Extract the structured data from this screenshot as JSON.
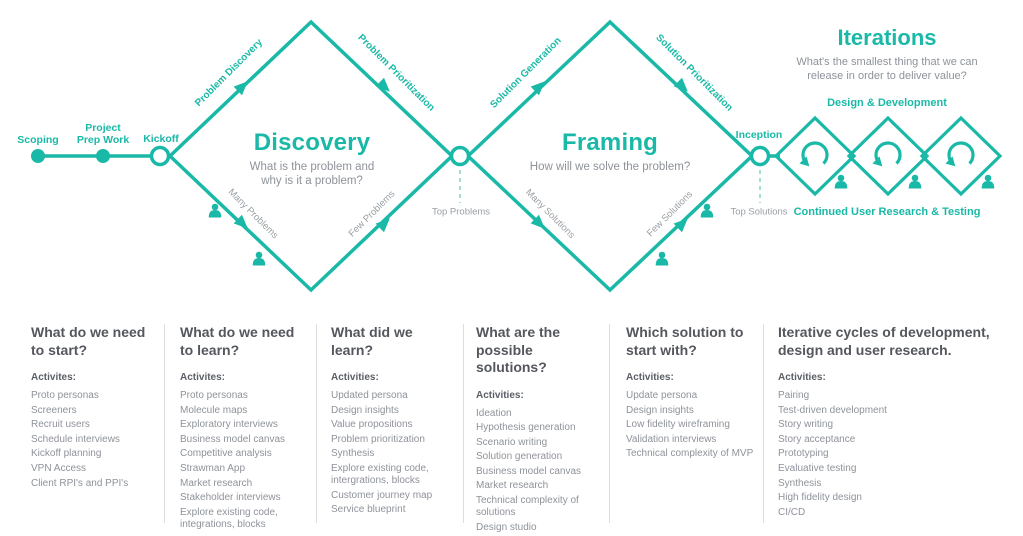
{
  "colors": {
    "teal": "#1ab9a7",
    "gray_text": "#8e939a",
    "dark_text": "#54575d",
    "dashed_line": "#9fe0d6",
    "divider": "#dcdddf"
  },
  "diagram": {
    "milestones": {
      "scoping": "Scoping",
      "prep": "Project\nPrep Work",
      "kickoff": "Kickoff",
      "inception": "Inception"
    },
    "discovery": {
      "title": "Discovery",
      "subtitle": "What is the problem and\nwhy is it a problem?",
      "edge_top_left": "Problem Discovery",
      "edge_top_right": "Problem Prioritization",
      "edge_bottom_left": "Many Problems",
      "edge_bottom_right": "Few Problems",
      "output": "Top Problems"
    },
    "framing": {
      "title": "Framing",
      "subtitle": "How will we solve the problem?",
      "edge_top_left": "Solution Generation",
      "edge_top_right": "Solution Prioritization",
      "edge_bottom_left": "Many Solutions",
      "edge_bottom_right": "Few Solutions",
      "output": "Top Solutions"
    },
    "iterations": {
      "title": "Iterations",
      "subtitle": "What's the smallest thing that we can\nrelease in order to deliver value?",
      "top_label": "Design & Development",
      "bottom_label": "Continued User Research & Testing"
    }
  },
  "columns": [
    {
      "heading": "What do we need\nto start?",
      "activities_label": "Activites:",
      "items": [
        "Proto personas",
        "Screeners",
        "Recruit users",
        "Schedule interviews",
        "Kickoff planning",
        "VPN Access",
        "Client RPI's and PPI's"
      ]
    },
    {
      "heading": "What do we need\nto learn?",
      "activities_label": "Activites:",
      "items": [
        "Proto personas",
        "Molecule maps",
        "Exploratory interviews",
        "Business model canvas",
        "Competitive analysis",
        "Strawman App",
        "Market research",
        "Stakeholder interviews",
        "Explore existing code, integrations, blocks"
      ]
    },
    {
      "heading": "What did we\nlearn?",
      "activities_label": "Activities:",
      "items": [
        "Updated persona",
        "Design insights",
        "Value propositions",
        "Problem prioritization",
        "Synthesis",
        "Explore existing code, intergrations, blocks",
        "Customer journey map",
        "Service blueprint"
      ]
    },
    {
      "heading": "What are the\npossible solutions?",
      "activities_label": "Activities:",
      "items": [
        "Ideation",
        "Hypothesis generation",
        "Scenario writing",
        "Solution generation",
        "Business model canvas",
        "Market research",
        "Technical complexity of solutions",
        "Design studio"
      ]
    },
    {
      "heading": "Which solution to\nstart with?",
      "activities_label": "Activities:",
      "items": [
        "Update persona",
        "Design insights",
        "Low fidelity wireframing",
        "Validation interviews",
        "Technical complexity of MVP"
      ]
    },
    {
      "heading": "Iterative cycles of development,\ndesign and user research.",
      "activities_label": "Activities:",
      "items": [
        "Pairing",
        "Test-driven development",
        "Story writing",
        "Story acceptance",
        "Prototyping",
        "Evaluative testing",
        "Synthesis",
        "High fidelity design",
        "CI/CD"
      ]
    }
  ]
}
